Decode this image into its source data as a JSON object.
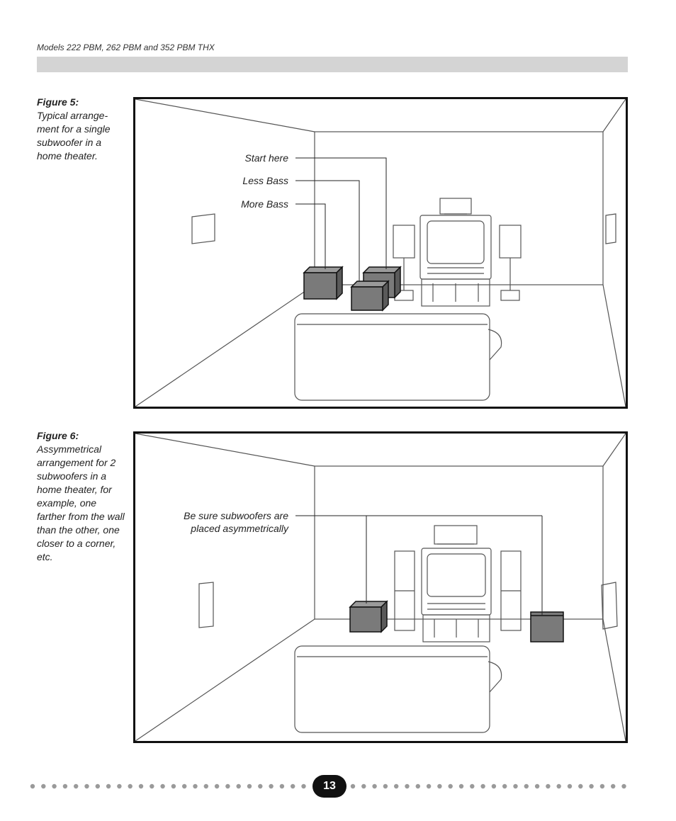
{
  "header": {
    "models": "Models 222 PBM, 262 PBM and 352 PBM THX"
  },
  "figure5": {
    "title": "Figure 5:",
    "caption": "Typical arrange-ment for a single subwoofer in a home theater.",
    "labels": {
      "start": "Start here",
      "less": "Less Bass",
      "more": "More Bass"
    }
  },
  "figure6": {
    "title": "Figure 6:",
    "caption": "Assymmetrical arrangement for 2 subwoofers in a home theater, for example, one farther from the wall than the other, one closer to a corner, etc.",
    "labels": {
      "line1": "Be sure subwoofers are",
      "line2": "placed asymmetrically"
    }
  },
  "footer": {
    "page_number": "13"
  },
  "colors": {
    "subwoofer": "#7a7a7a",
    "header_bar": "#d4d4d4",
    "line": "#555555"
  }
}
